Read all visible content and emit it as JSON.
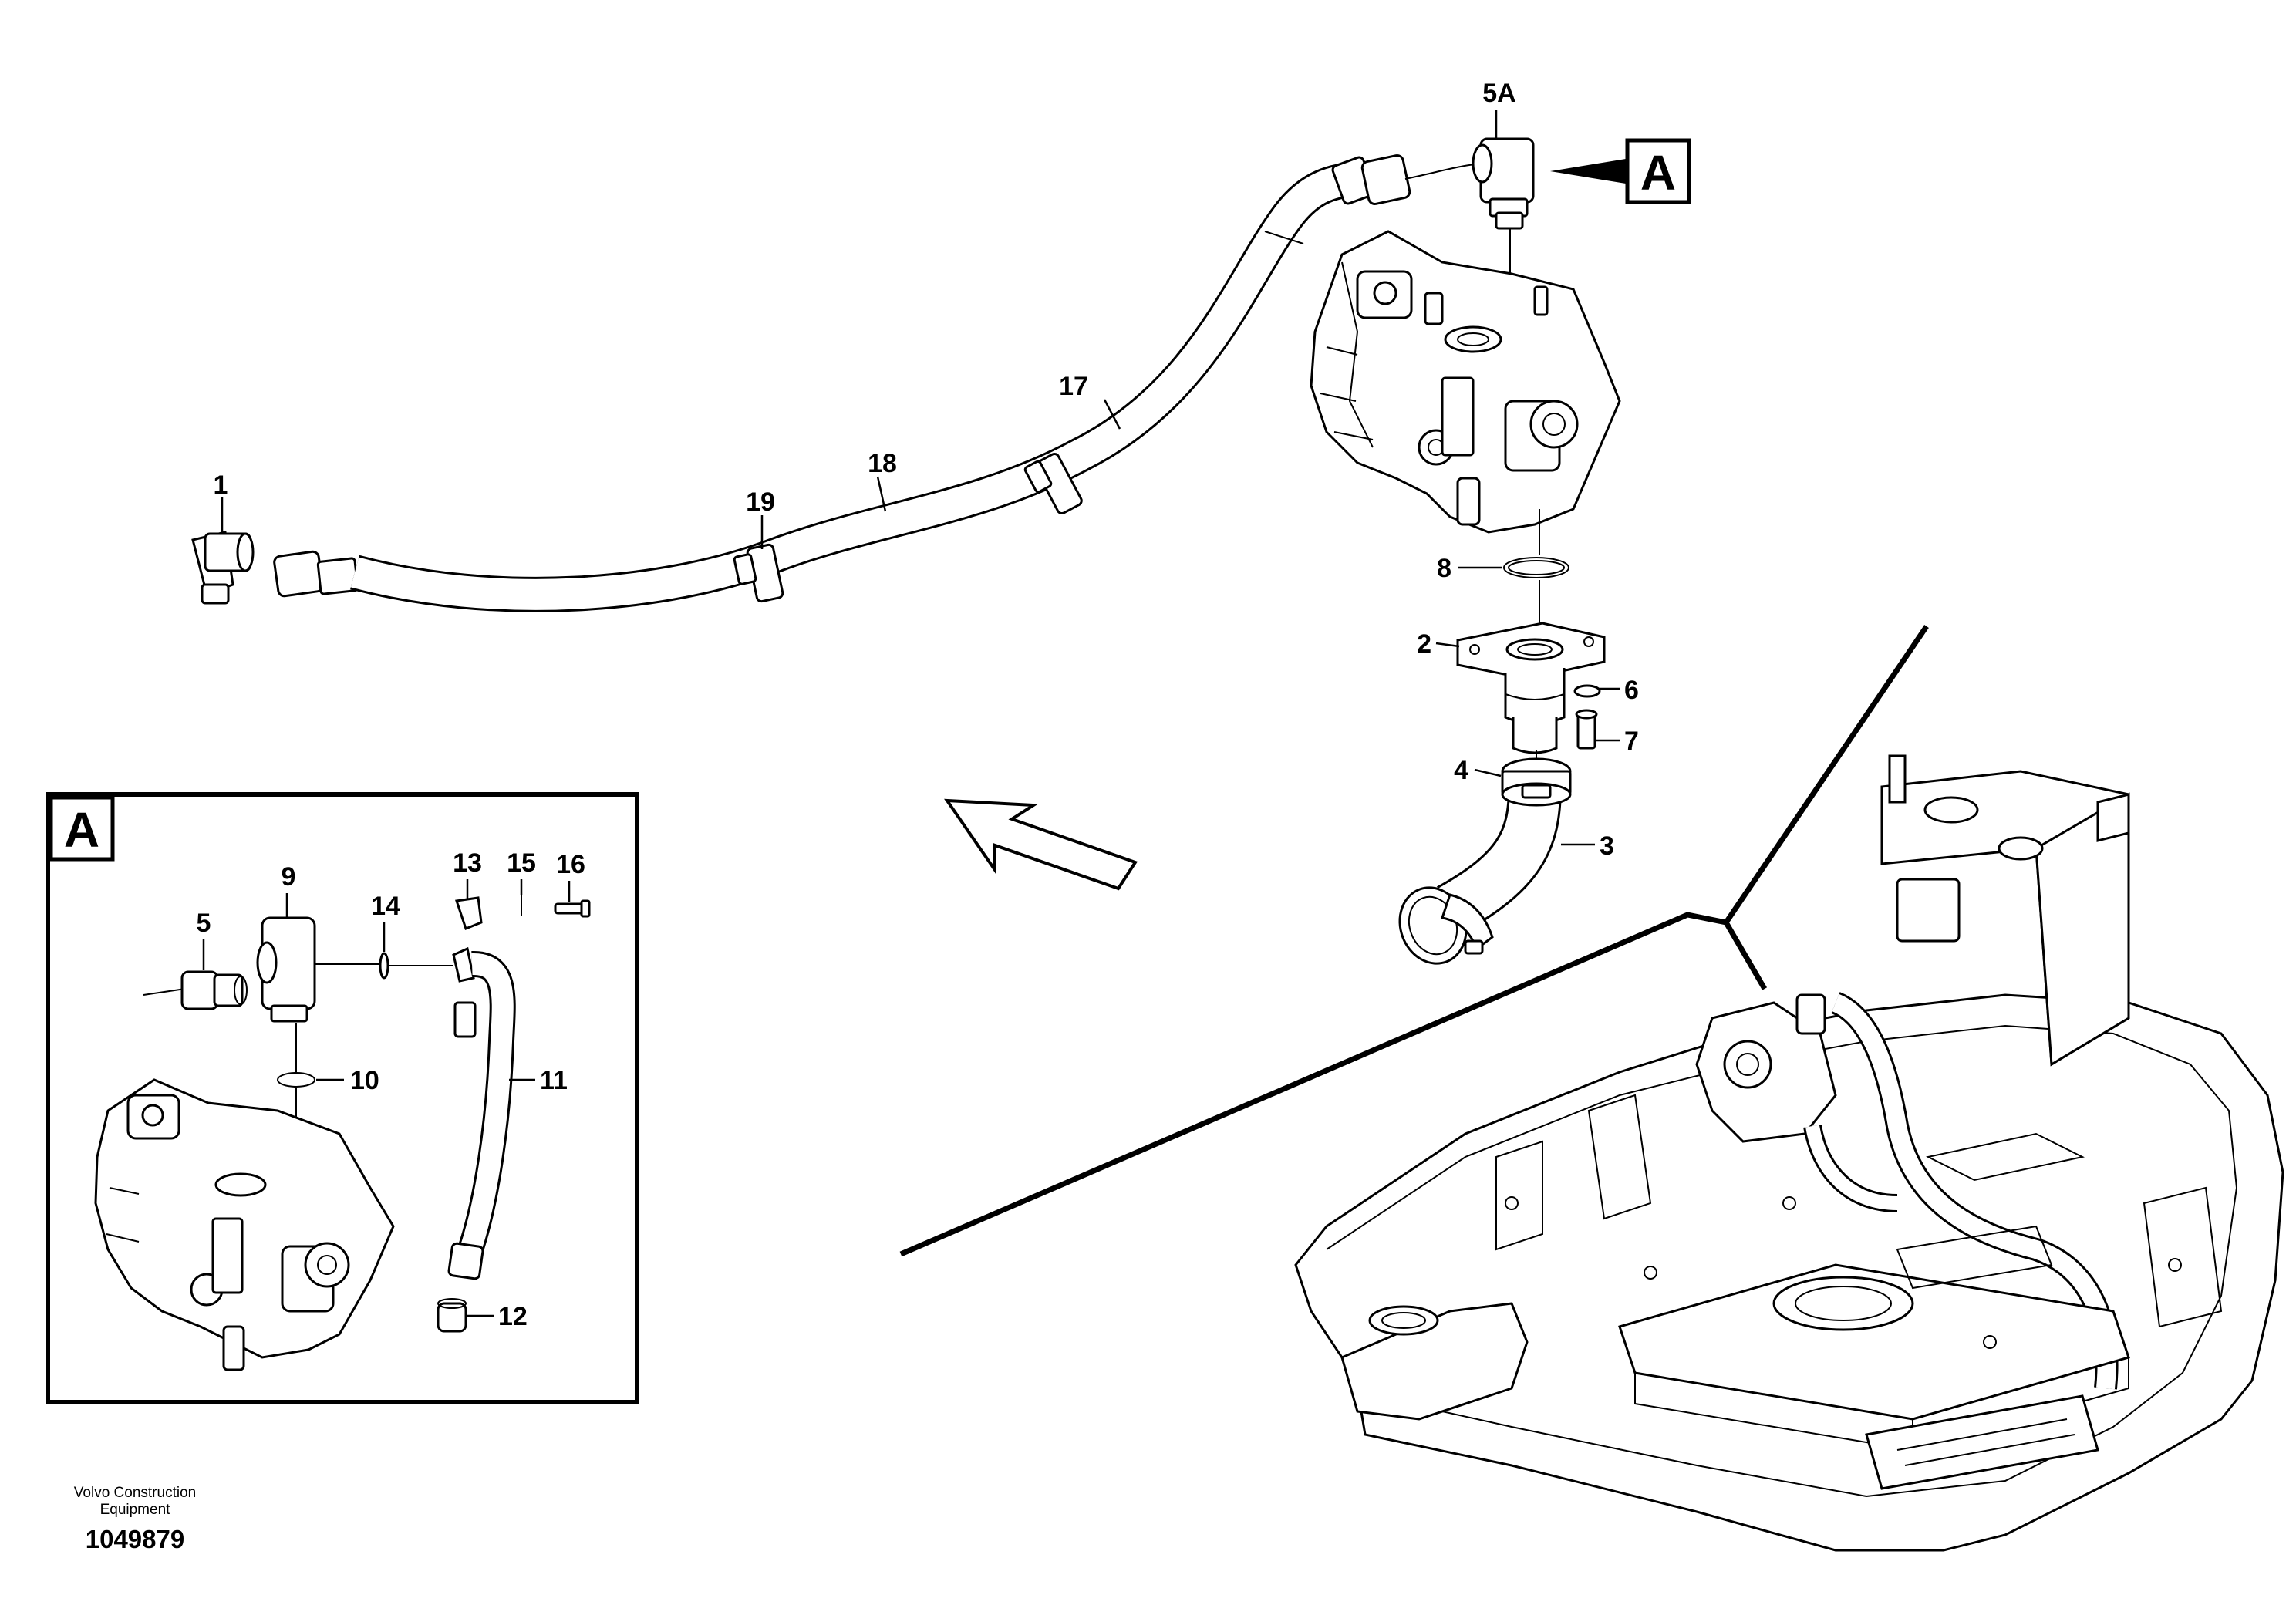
{
  "callouts": {
    "c1": "1",
    "c2": "2",
    "c3": "3",
    "c4": "4",
    "c5": "5",
    "c5a": "5A",
    "c6": "6",
    "c7": "7",
    "c8": "8",
    "c9": "9",
    "c10": "10",
    "c11": "11",
    "c12": "12",
    "c13": "13",
    "c14": "14",
    "c15": "15",
    "c16": "16",
    "c17": "17",
    "c18": "18",
    "c19": "19"
  },
  "detail_tag": "A",
  "inset_tag": "A",
  "footer": {
    "brand_line1": "Volvo Construction",
    "brand_line2": "Equipment",
    "doc_number": "1049879"
  }
}
